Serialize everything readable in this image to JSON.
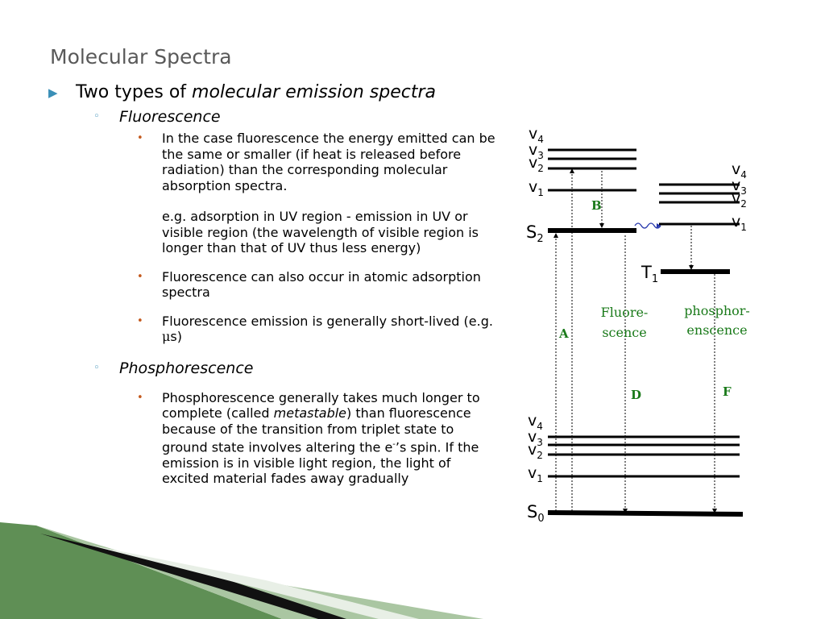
{
  "slide": {
    "title": "Molecular Spectra",
    "main_bullet": {
      "prefix": "Two types of ",
      "emphasis": "molecular emission spectra"
    },
    "fluorescence": {
      "heading": "Fluorescence",
      "b1_p1": "In the case fluorescence the energy emitted can be the same or smaller (if heat is released before radiation) than the corresponding molecular absorption spectra.",
      "b1_p2": "e.g. adsorption in UV region - emission in UV or visible region (the wavelength of visible region is longer than that of UV thus less energy)",
      "b2": "Fluorescence can also occur in atomic adsorption spectra",
      "b3_pre": "Fluorescence emission is generally short-lived (e.g. ",
      "b3_mu": "μ",
      "b3_post": "s)"
    },
    "phosphorescence": {
      "heading": "Phosphorescence",
      "b1_pre": "Phosphorescence generally takes much longer to complete (called ",
      "b1_em": "metastable",
      "b1_mid": ") than fluorescence because of the transition from triplet state to ground state involves altering the e",
      "b1_sup": "-",
      "b1_post": "’s spin. If the emission is in visible light region, the light of excited material fades away gradually"
    }
  },
  "diagram": {
    "s2": {
      "main": "S",
      "sub": "2"
    },
    "s0": {
      "main": "S",
      "sub": "0"
    },
    "t1": {
      "main": "T",
      "sub": "1"
    },
    "v_main": "v",
    "sub1": "1",
    "sub2": "2",
    "sub3": "3",
    "sub4": "4",
    "label_a": "A",
    "label_b": "B",
    "label_d": "D",
    "label_f": "F",
    "fluor_1": "Fluore-",
    "fluor_2": "scence",
    "phos_1": "phosphor-",
    "phos_2": "enscence"
  },
  "colors": {
    "bullet_blue": "#3a8fb7",
    "bullet_orange": "#c45a1e",
    "diagram_green": "#1a7a1a",
    "wave_blue": "#2233aa",
    "title_gray": "#595959"
  }
}
